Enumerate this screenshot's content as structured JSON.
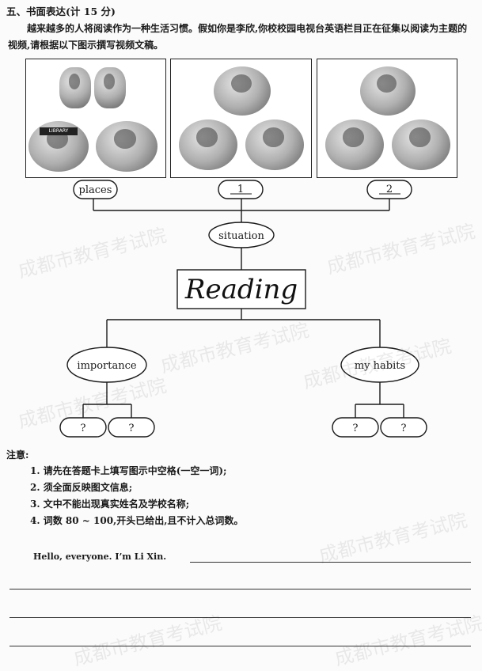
{
  "section_title": "五、书面表达(计 15 分)",
  "intro": "越来越多的人将阅读作为一种生活习惯。假如你是李欣,你校校园电视台英语栏目正在征集以阅读为主题的视频,请根据以下图示撰写视频文稿。",
  "panels": [
    {
      "library_sign": "LIBRARY"
    },
    {},
    {}
  ],
  "diagram": {
    "places": "places",
    "blank_1": "1",
    "blank_2": "2",
    "situation": "situation",
    "center": "Reading",
    "importance": "importance",
    "habits": "my habits",
    "question_mark": "?"
  },
  "notes": {
    "title": "注意:",
    "items": [
      "1. 请先在答题卡上填写图示中空格(一空一词);",
      "2. 须全面反映图文信息;",
      "3. 文中不能出现真实姓名及学校名称;",
      "4. 词数 80 ~ 100,开头已给出,且不计入总词数。"
    ]
  },
  "starter": "Hello, everyone. I’m Li Xin.",
  "watermark": "成都市教育考试院"
}
